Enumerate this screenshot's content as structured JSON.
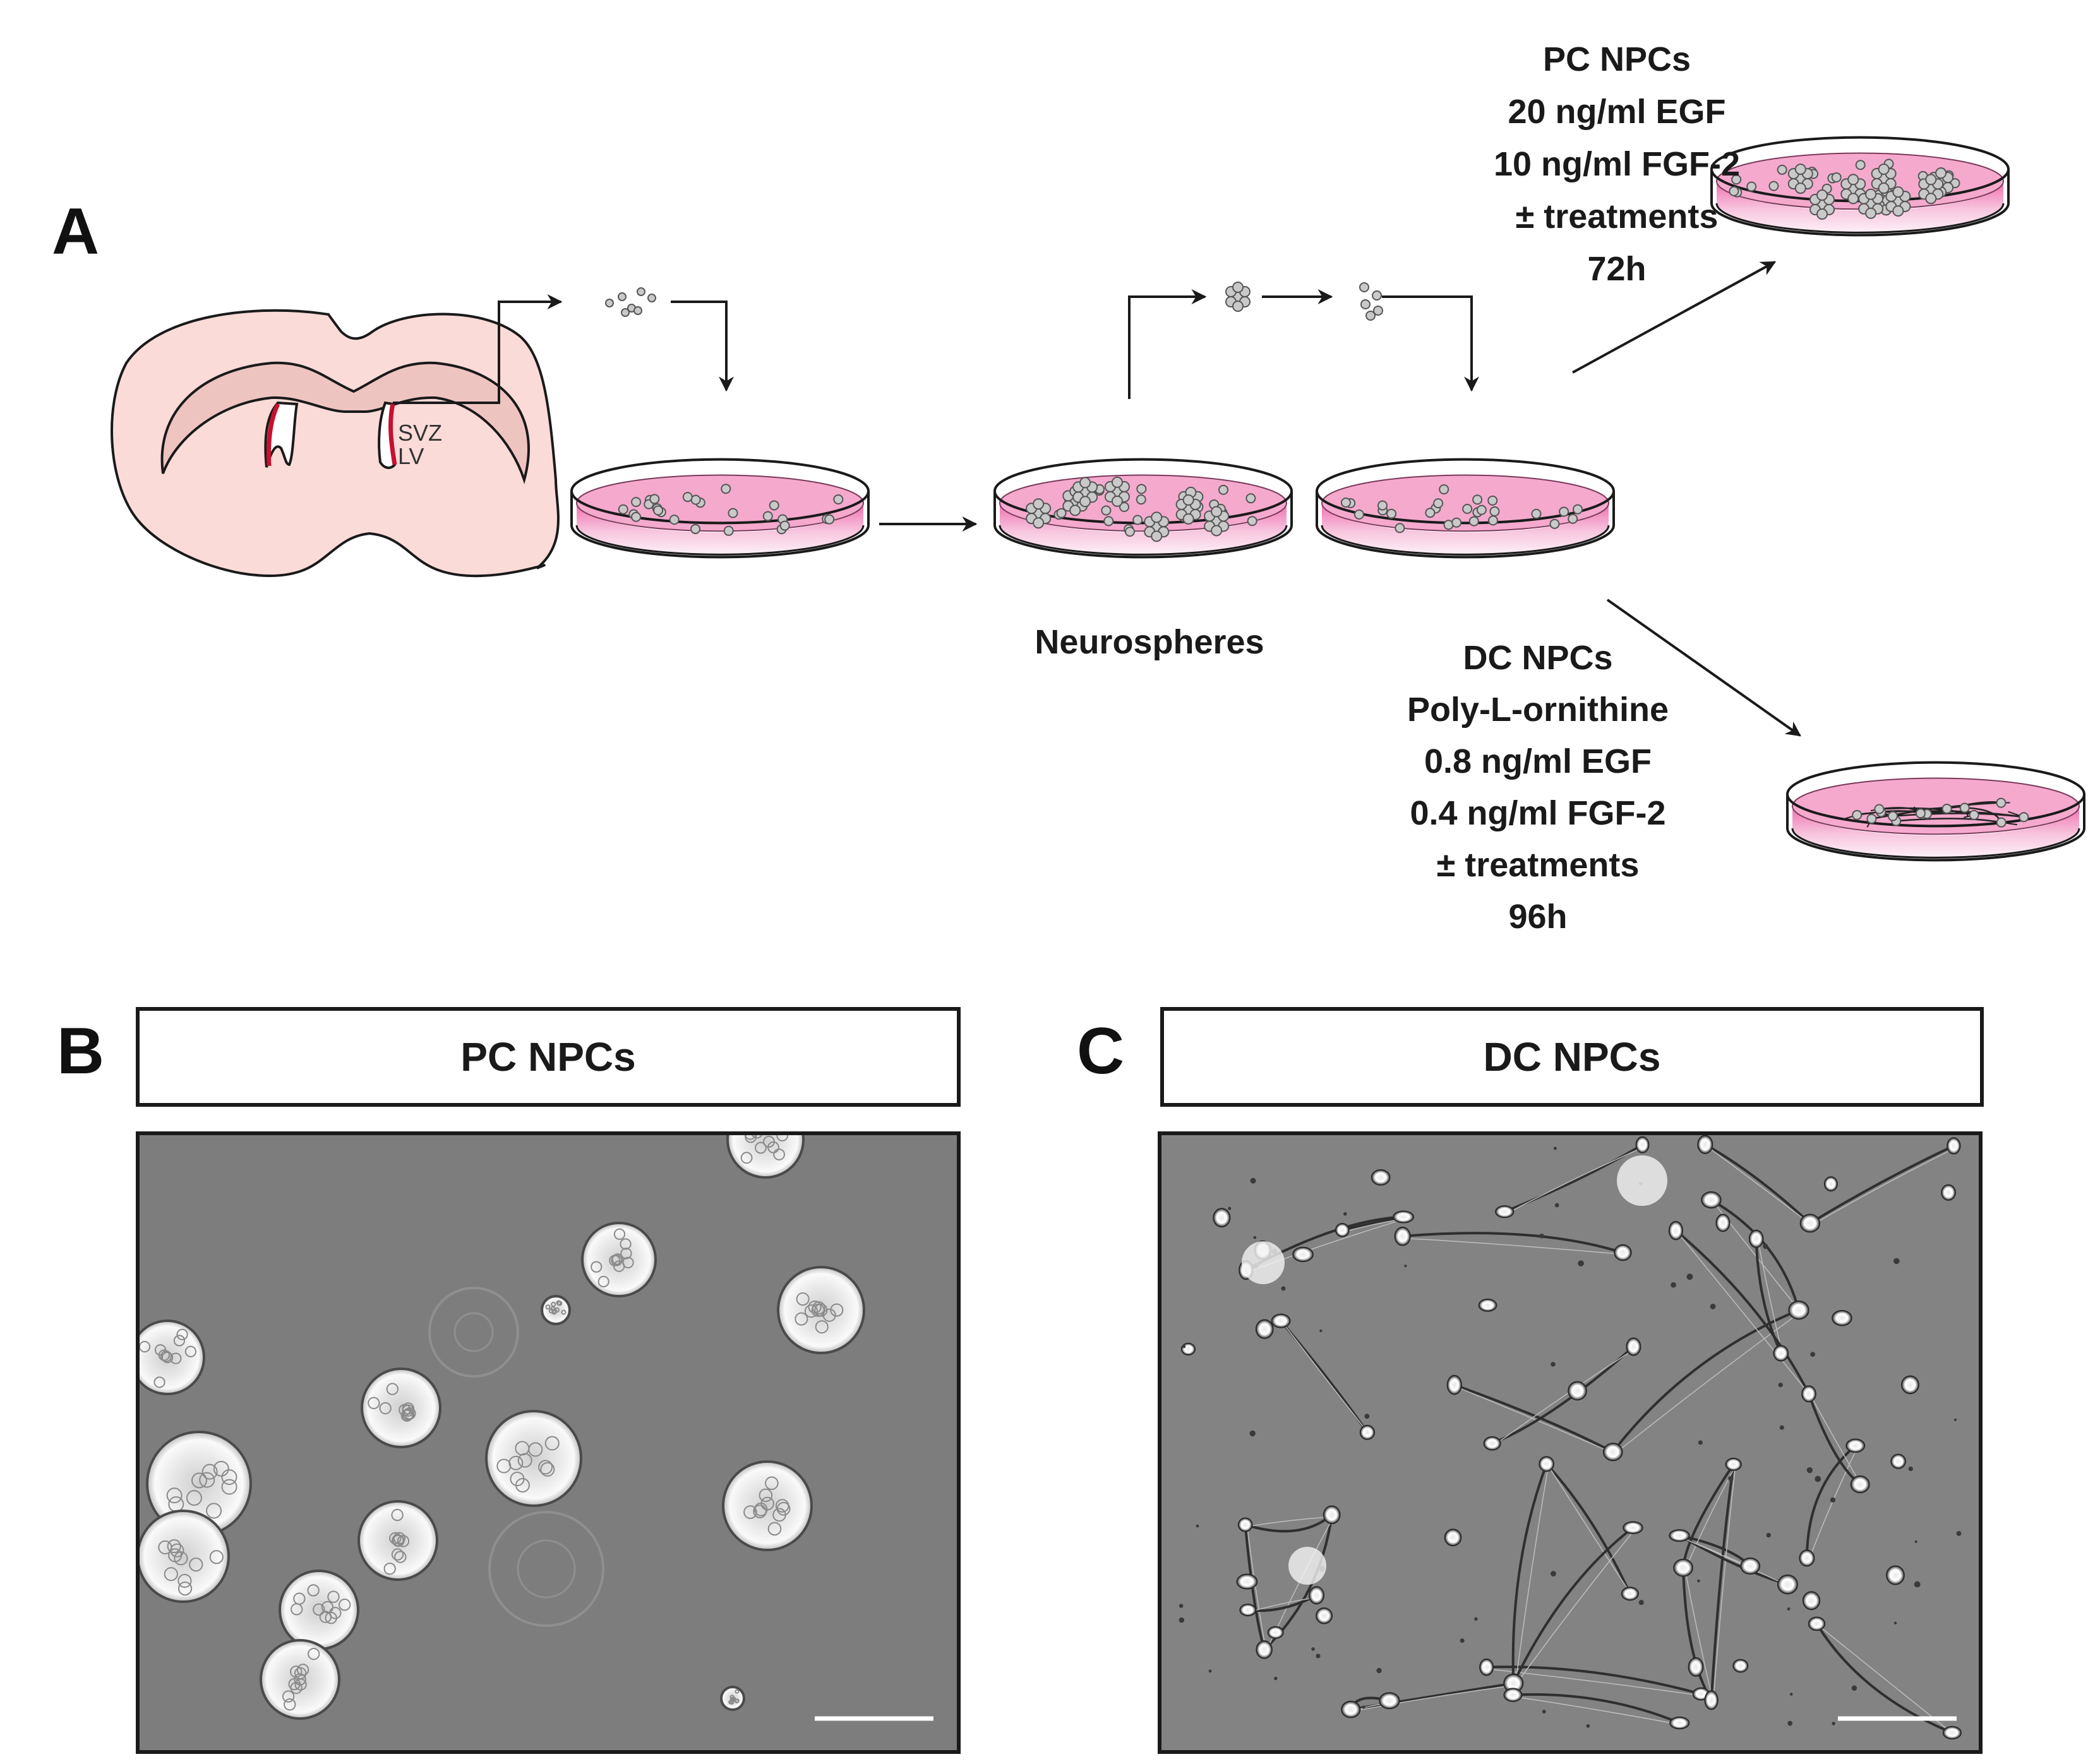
{
  "panels": {
    "a": {
      "letter": "A"
    },
    "b": {
      "letter": "B",
      "header": "PC NPCs"
    },
    "c": {
      "letter": "C",
      "header": "DC NPCs"
    }
  },
  "brain": {
    "svz_label": "SVZ",
    "lv_label": "LV"
  },
  "neurospheres_label": "Neurospheres",
  "pc_condition": [
    "PC NPCs",
    "20 ng/ml EGF",
    "10 ng/ml FGF-2",
    "± treatments",
    "72h"
  ],
  "dc_condition": [
    "DC NPCs",
    "Poly-L-ornithine",
    "0.8 ng/ml EGF",
    "0.4 ng/ml FGF-2",
    "± treatments",
    "96h"
  ],
  "colors": {
    "brain_fill": "#fbdbd7",
    "dish_medium": "#ee8fbe",
    "svz_red": "#c8102e",
    "micrograph_bg": "#7d7d7d",
    "outline": "#1a1a1a"
  },
  "icons": {
    "cell": "gray-circle-icon",
    "arrow": "arrow-right-icon",
    "scale_bar": "scale-bar"
  }
}
